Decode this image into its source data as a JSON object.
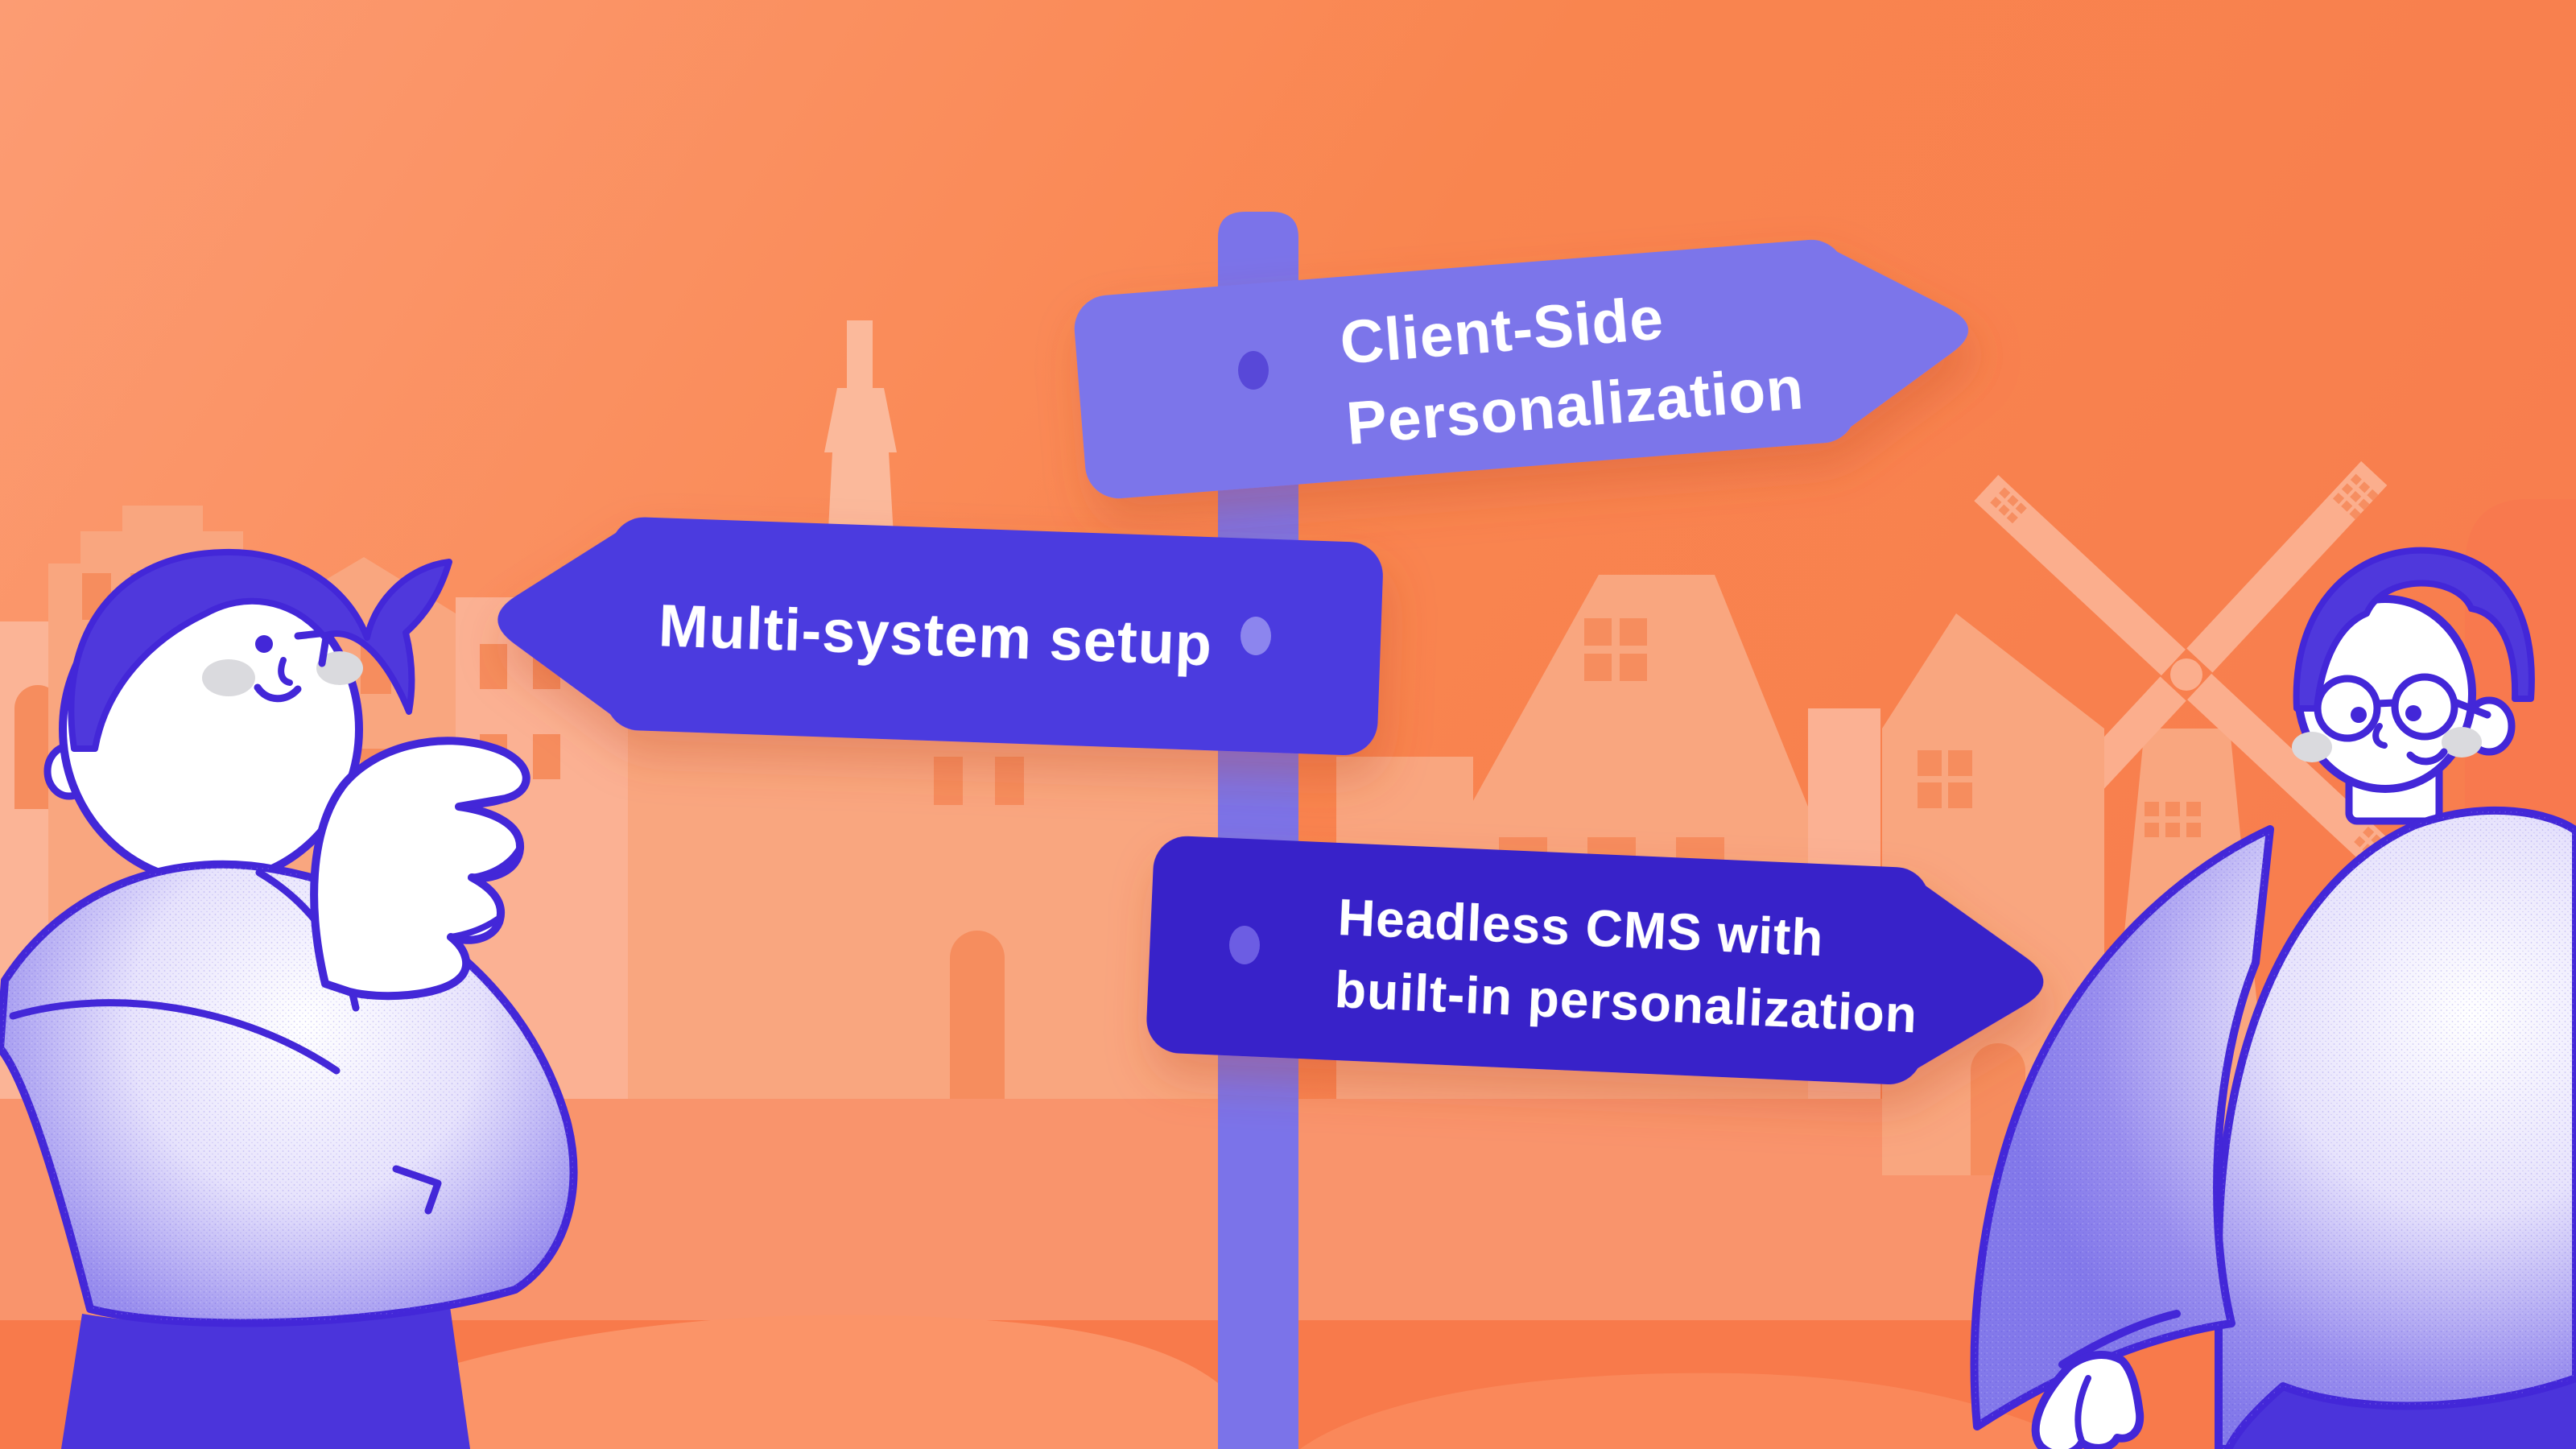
{
  "illustration": {
    "signpost": {
      "pole_color": "#7b73e9",
      "signs": [
        {
          "label_line1": "Client-Side",
          "label_line2": "Personalization",
          "direction": "right",
          "color": "#7c75ea",
          "dot_color": "#5848d8",
          "text_color": "#ffffff"
        },
        {
          "label_line1": "Multi-system setup",
          "label_line2": "",
          "direction": "left",
          "color": "#4b3adf",
          "dot_color": "#8c85ee",
          "text_color": "#ffffff"
        },
        {
          "label_line1": "Headless CMS with",
          "label_line2": "built-in personalization",
          "direction": "right",
          "color": "#3823c9",
          "dot_color": "#6c5de3",
          "text_color": "#ffffff"
        }
      ]
    },
    "characters": [
      {
        "id": "left",
        "description": "thinking person with hand on chin, winking",
        "hair_color": "#4f38dc",
        "sweater_color": "#8379ea",
        "pants_color": "#4b34db",
        "outline_color": "#4327d8"
      },
      {
        "id": "right",
        "description": "smiling person with round glasses",
        "hair_color": "#4f38dc",
        "sweater_color": "#8379ea",
        "pants_color": "#4b34db",
        "outline_color": "#4327d8"
      }
    ],
    "background": {
      "sky_color_left": "#fc9c73",
      "sky_color_right": "#f87e4e",
      "building_color": "#f9a67f",
      "building_light_color": "#fbb99b",
      "window_color": "#f68d5e",
      "street_color": "#f9946c",
      "ground_color": "#f87a4b",
      "path_color": "#fb9468",
      "landmarks": [
        "amsterdam-canal-houses",
        "church-tower",
        "windmill"
      ]
    }
  }
}
